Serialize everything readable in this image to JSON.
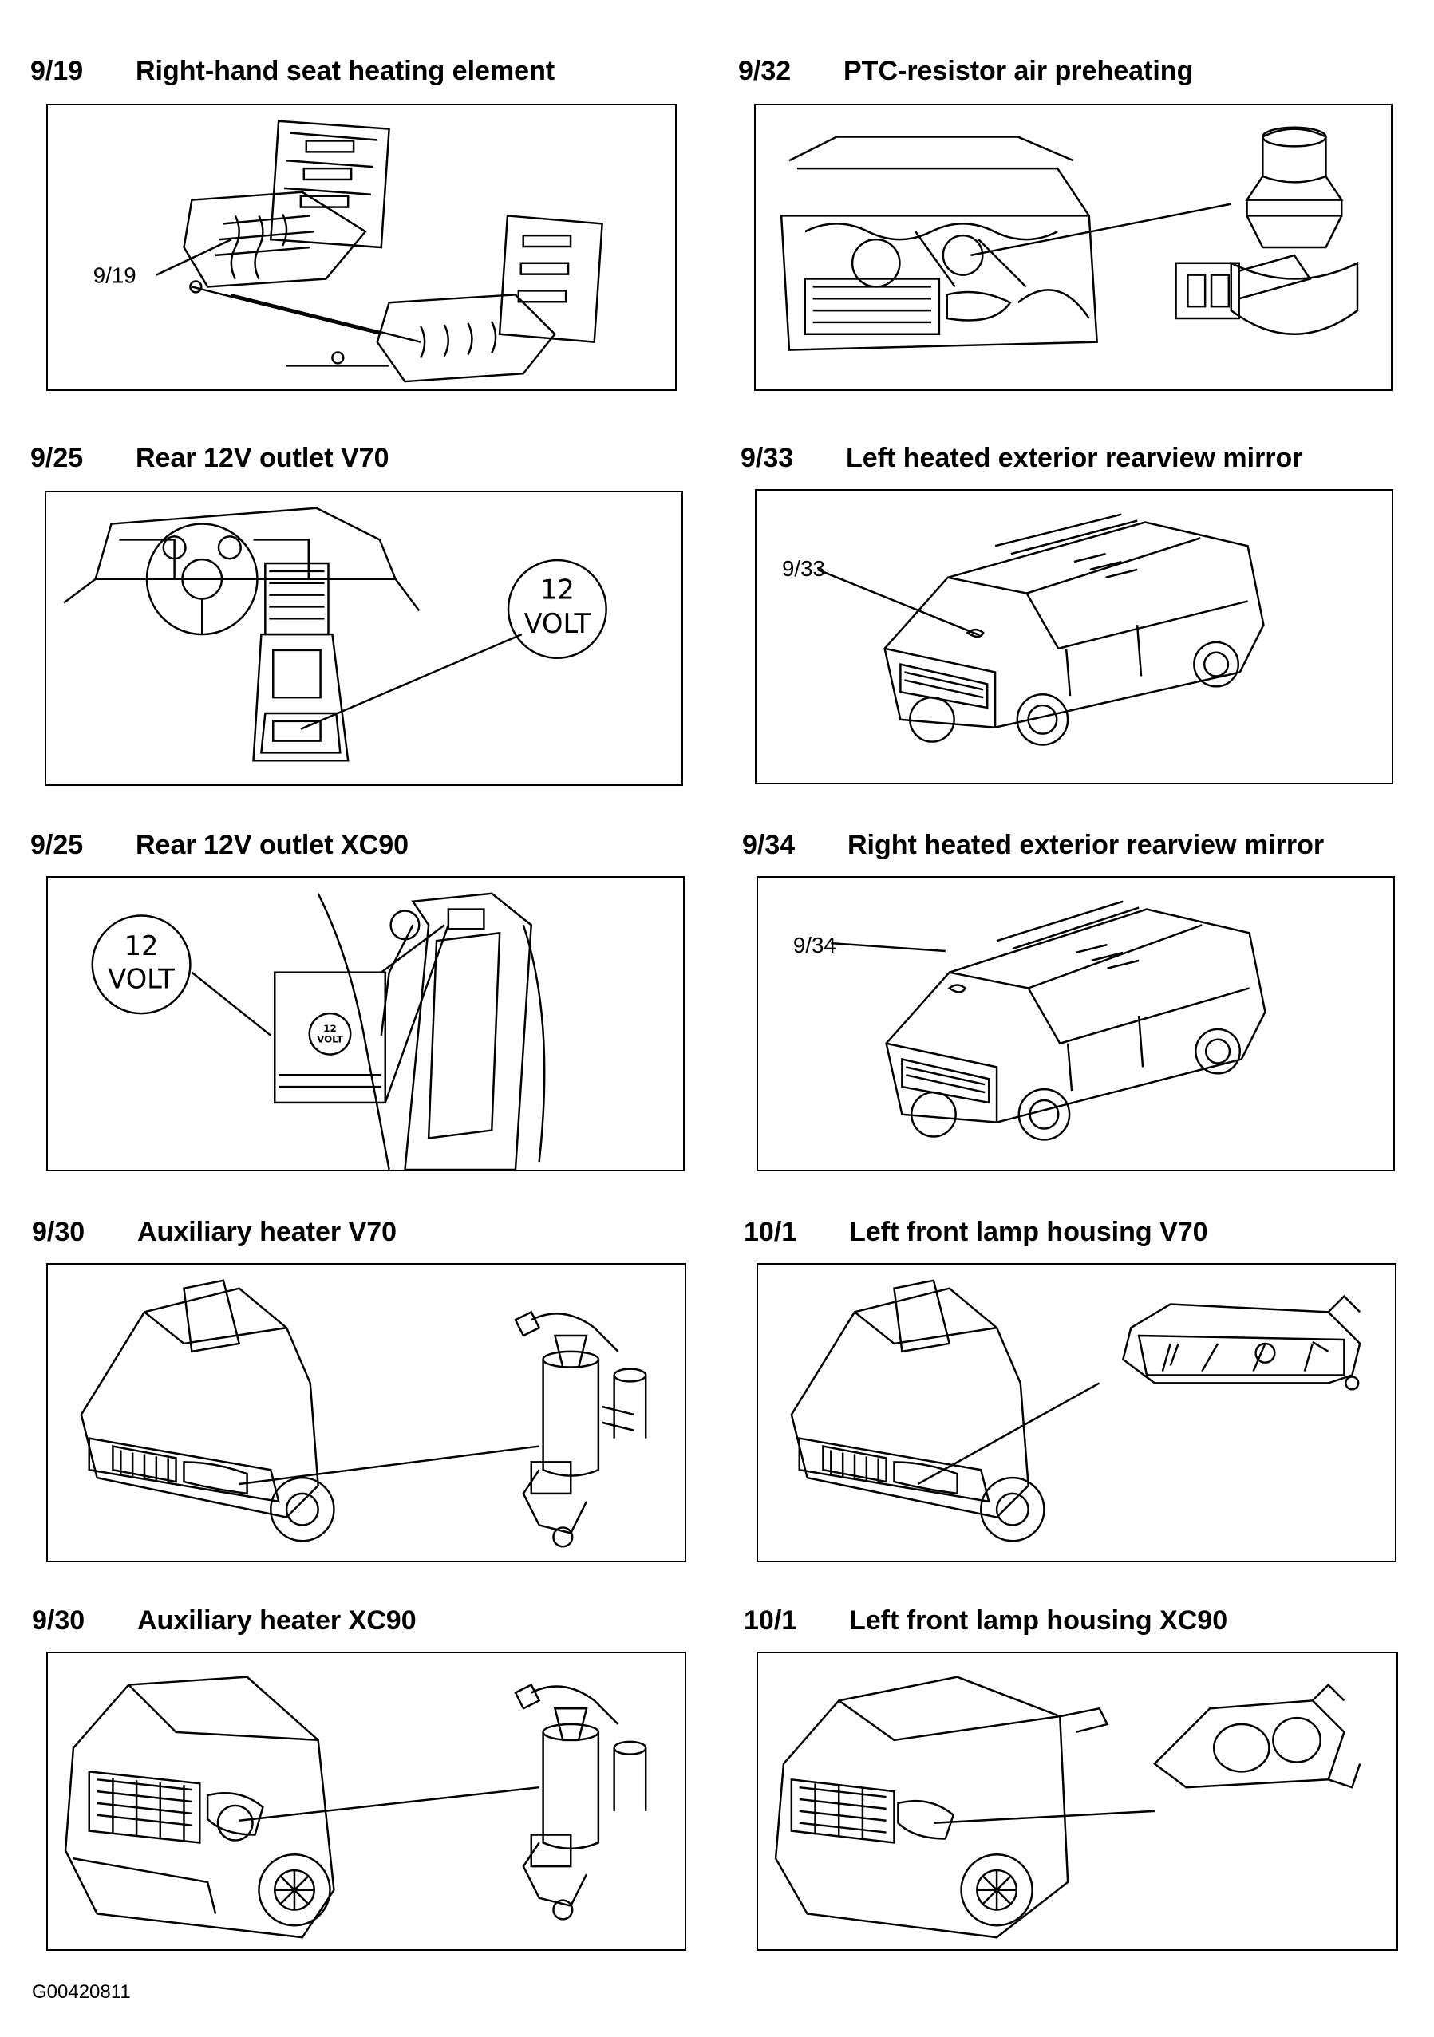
{
  "panels": [
    {
      "code": "9/19",
      "title": "Right-hand seat heating element",
      "callout": "9/19"
    },
    {
      "code": "9/32",
      "title": "PTC-resistor air preheating"
    },
    {
      "code": "9/25",
      "title": "Rear 12V outlet V70",
      "badge": [
        "12",
        "VOLT"
      ]
    },
    {
      "code": "9/33",
      "title": "Left heated exterior rearview mirror",
      "callout": "9/33"
    },
    {
      "code": "9/25",
      "title": "Rear 12V outlet XC90",
      "badge": [
        "12",
        "VOLT"
      ],
      "small_badge": [
        "12",
        "VOLT"
      ]
    },
    {
      "code": "9/34",
      "title": "Right heated exterior rearview mirror",
      "callout": "9/34"
    },
    {
      "code": "9/30",
      "title": "Auxiliary heater V70"
    },
    {
      "code": "10/1",
      "title": "Left front lamp housing V70"
    },
    {
      "code": "9/30",
      "title": "Auxiliary heater XC90"
    },
    {
      "code": "10/1",
      "title": "Left front lamp housing XC90"
    }
  ],
  "figure_id": "G00420811"
}
